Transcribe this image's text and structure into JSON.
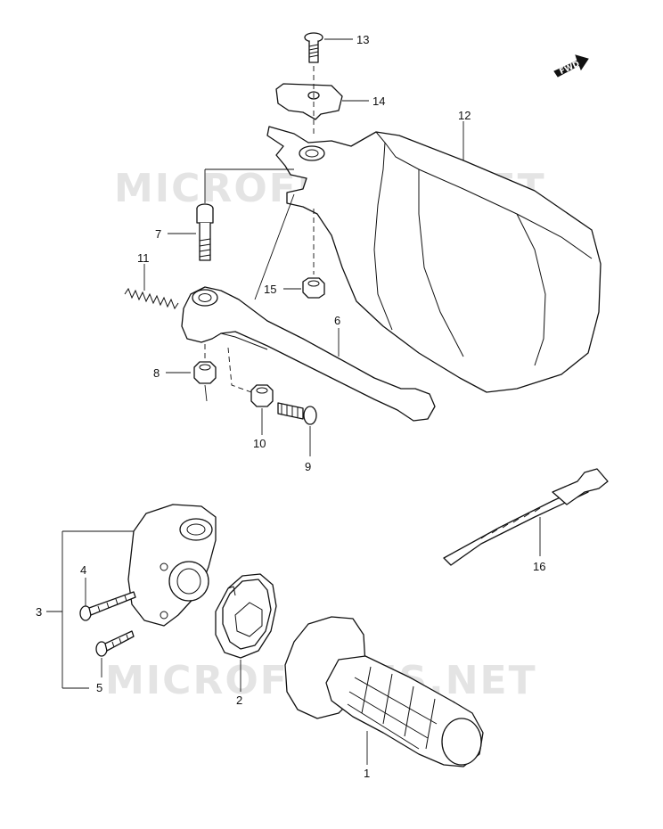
{
  "watermark": {
    "text": "MICROFICHES.NET"
  },
  "direction_badge": {
    "text": "FWD"
  },
  "callouts": {
    "c1": "1",
    "c2": "2",
    "c3": "3",
    "c4": "4",
    "c5": "5",
    "c6": "6",
    "c7": "7",
    "c8": "8",
    "c9": "9",
    "c10": "10",
    "c11": "11",
    "c12": "12",
    "c13": "13",
    "c14": "14",
    "c15": "15",
    "c16": "16"
  }
}
